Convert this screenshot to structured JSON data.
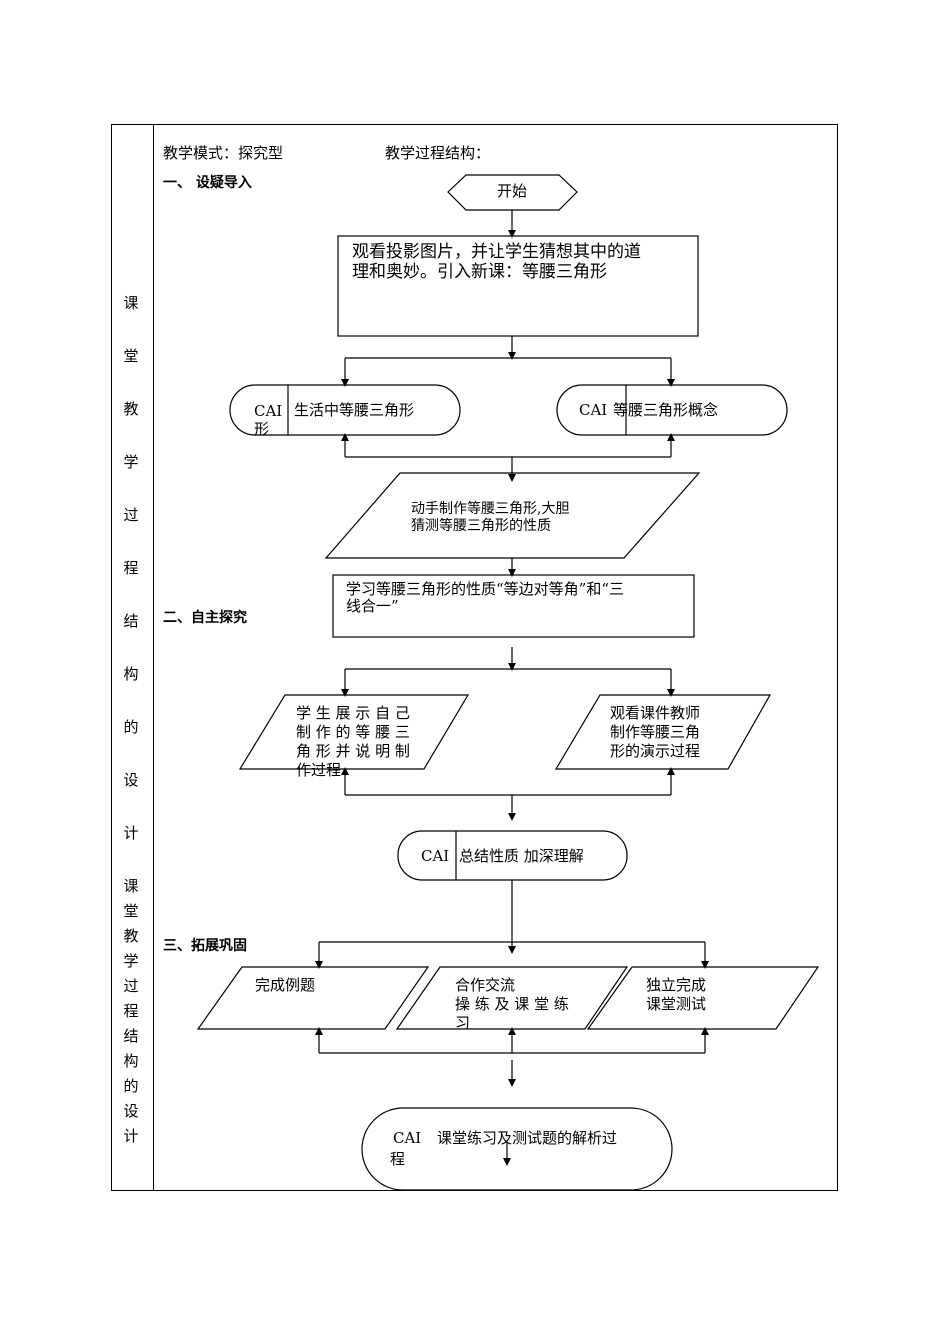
{
  "side_label": {
    "chars_spaced": [
      "课",
      "堂",
      "教",
      "学",
      "过",
      "程",
      "结",
      "构",
      "的",
      "设",
      "计"
    ],
    "chars_tight": [
      "课",
      "堂",
      "教",
      "学",
      "过",
      "程",
      "结",
      "构",
      "的",
      "设",
      "计"
    ]
  },
  "header": {
    "mode": "教学模式：探究型",
    "structure": "教学过程结构："
  },
  "sections": {
    "s1": "一、 设疑导入",
    "s2": "二、自主探究",
    "s3": "三、拓展巩固"
  },
  "flow": {
    "start": "开始",
    "intro_line1": "观看投影图片，并让学生猜想其中的道",
    "intro_line2": "理和奥妙。引入新课：等腰三角形",
    "cai": "CAI",
    "cai_left_tail": "形",
    "cai_left_text": "生活中等腰三角形",
    "cai_right_text": "等腰三角形概念",
    "make_line1": "动手制作等腰三角形,大胆",
    "make_line2": "猜测等腰三角形的性质",
    "learn_line1": "学习等腰三角形的性质“等边对等角”和“三",
    "learn_line2": "线合一”",
    "show_line1": "学 生 展 示 自 己",
    "show_line2": "制 作 的 等 腰 三",
    "show_line3": "角 形 并 说 明 制",
    "show_line4": "作过程",
    "watch_line1": "观看课件教师",
    "watch_line2": "制作等腰三角",
    "watch_line3": "形的演示过程",
    "summary_text": "总结性质  加深理解",
    "example": "完成例题",
    "coop_line1": "合作交流",
    "coop_line2": "操 练 及 课 堂 练",
    "coop_line3": "习",
    "indep_line1": "独立完成",
    "indep_line2": "课堂测试",
    "final_text": "课堂练习及测试题的解析过",
    "final_tail": "程"
  }
}
